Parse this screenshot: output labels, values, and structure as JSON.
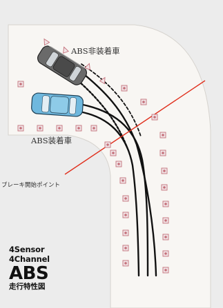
{
  "labels": {
    "non_abs_car": "ABS非装着車",
    "abs_car": "ABS装着車",
    "brake_point": "ブレーキ開始ポイント"
  },
  "footer": {
    "sensor": "4Sensor",
    "channel": "4Channel",
    "abs": "ABS",
    "subtitle": "走行特性図"
  },
  "colors": {
    "road": "#f8f6f3",
    "background": "#ececec",
    "brake_line": "#e0301e",
    "track": "#111111",
    "cone": "#c4707a",
    "abs_car_body": "#6fb8de",
    "non_abs_car_body": "#6a6a6a"
  },
  "icons": {
    "abs_car": "car-icon",
    "non_abs_car": "car-icon",
    "cones": "pylon-icon"
  }
}
